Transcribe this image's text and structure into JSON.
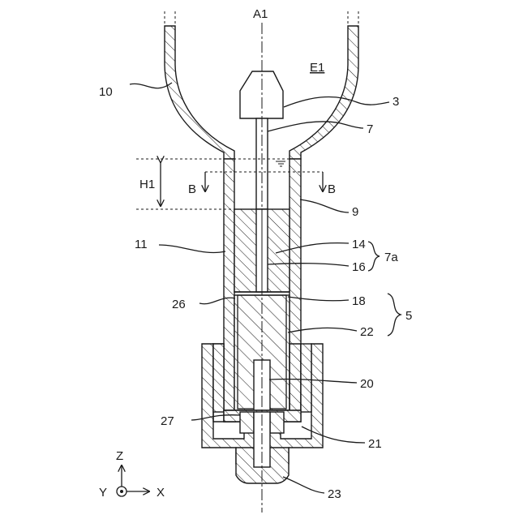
{
  "diagram": {
    "labels": {
      "axis": "A1",
      "region": "E1",
      "bulb": "10",
      "tip": "3",
      "rod": "7",
      "height": "H1",
      "section_left": "B",
      "section_right": "B",
      "top_part": "9",
      "tube": "11",
      "part14": "14",
      "part16": "16",
      "group7a": "7a",
      "part26": "26",
      "part18": "18",
      "group5": "5",
      "part22": "22",
      "part20": "20",
      "part27": "27",
      "part21": "21",
      "part23": "23"
    },
    "axes": {
      "z": "Z",
      "y": "Y",
      "x": "X"
    }
  }
}
